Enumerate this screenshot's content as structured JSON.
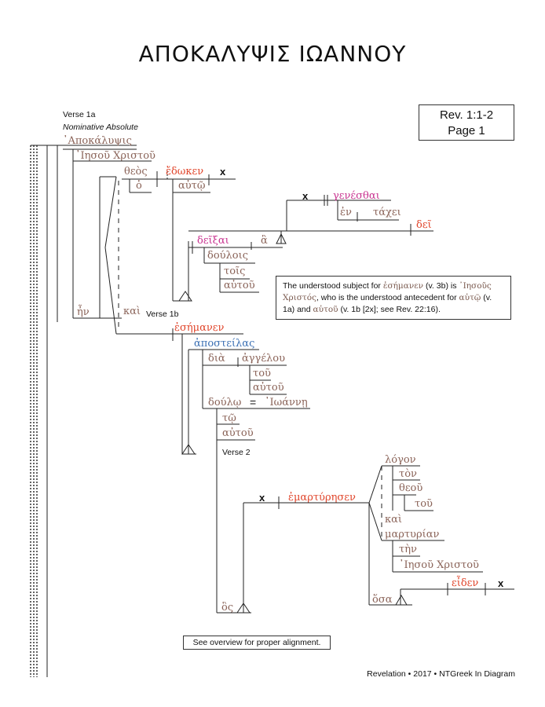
{
  "title": "ΑΠΟΚΑΛΥΨΙΣ ΙΩΑΝΝΟΥ",
  "reference": {
    "line1": "Rev. 1:1-2",
    "line2": "Page 1"
  },
  "labels": {
    "verse1a": "Verse 1a",
    "nominative_absolute": "Nominative Absolute",
    "verse1b": "Verse 1b",
    "verse2": "Verse 2"
  },
  "note": {
    "p1": "The understood subject for ",
    "g1": "ἐσήμανεν",
    "p2": " (v. 3b) is ",
    "g2": "᾿Ιησοῦς Χριστός",
    "p3": ", who is the understood antecedent for ",
    "g3": "αὐτῷ",
    "p4": " (v. 1a) and ",
    "g4": "αὐτοῦ",
    "p5": " (v. 1b [2x]; see Rev. 22:16)."
  },
  "alignment_note": "See overview for proper alignment.",
  "footer": "Revelation • 2017 • NTGreek In Diagram",
  "words": {
    "apokalypsis": "᾿Αποκάλυψις",
    "iesou_christou": "᾿Ιησοῦ Χριστοῦ",
    "theos": "θεὸς",
    "edoken": "ἔδωκεν",
    "x1": "x",
    "ho": "ὁ",
    "auto": "αὐτῷ",
    "x2": "x",
    "genesthai": "γενέσθαι",
    "en": "ἐν",
    "tachei": "τάχει",
    "dei": "δεῖ",
    "deixai": "δεῖξαι",
    "ha": "ἃ",
    "doulois": "δούλοις",
    "tois": "τοῖς",
    "autou1": "αὐτοῦ",
    "en_conj": "ἦν",
    "kai1": "καὶ",
    "esemanen": "ἐσήμανεν",
    "aposteilas": "ἀποστείλας",
    "dia": "διὰ",
    "angelou": "ἀγγέλου",
    "tou1": "τοῦ",
    "autou2": "αὐτοῦ",
    "doulo": "δούλῳ",
    "equals": "=",
    "ioanne": "᾿Ιωάννῃ",
    "to": "τῷ",
    "autou3": "αὐτοῦ",
    "x3": "x",
    "emartyresen": "ἐμαρτύρησεν",
    "logon": "λόγον",
    "ton": "τὸν",
    "theou": "θεοῦ",
    "tou2": "τοῦ",
    "kai2": "καὶ",
    "martyrian": "μαρτυρίαν",
    "ten": "τὴν",
    "iesou_christou2": "᾿Ιησοῦ Χριστοῦ",
    "eiden": "εἶδεν",
    "x4": "x",
    "hosa": "ὅσα",
    "hos": "ὃς"
  }
}
